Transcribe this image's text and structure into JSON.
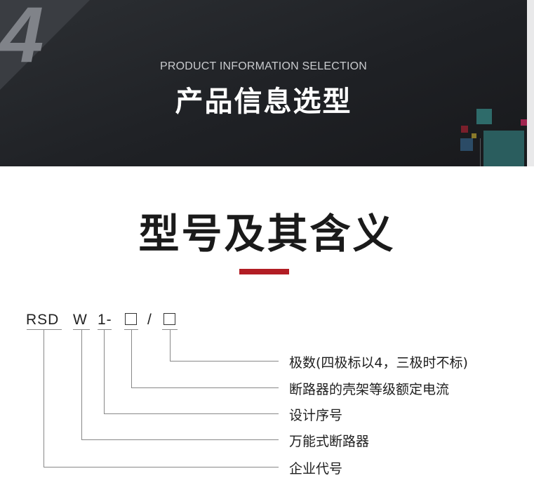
{
  "banner": {
    "number": "4",
    "subtitle": "PRODUCT INFORMATION SELECTION",
    "title": "产品信息选型"
  },
  "section": {
    "heading": "型号及其含义"
  },
  "model_code": {
    "prefix": "RSD",
    "series": "W",
    "design": "1-",
    "slash": "/"
  },
  "explanations": [
    "极数(四极标以4，三极时不标)",
    "断路器的壳架等级额定电流",
    "设计序号",
    "万能式断路器",
    "企业代号"
  ],
  "colors": {
    "banner_dark": "#1f2125",
    "accent_red": "#b21d24",
    "deco_teal": "#2e6b6a"
  }
}
